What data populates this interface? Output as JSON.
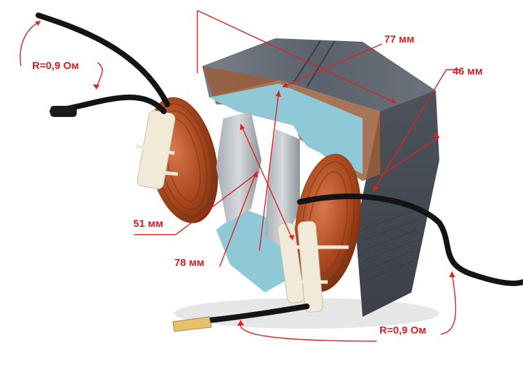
{
  "image": {
    "labels": {
      "resistance_top": "R=0,9 Ом",
      "length_77": "77 мм",
      "length_46": "46 мм",
      "length_51": "51 мм",
      "length_78": "78 мм",
      "resistance_bottom": "R=0,9 Ом"
    }
  },
  "colors": {
    "annotation": "#e02020",
    "copper": "#b0522a",
    "steel": "#5f6670",
    "insulation": "#8fc8d6",
    "wire": "#141414",
    "background": "#ffffff"
  }
}
